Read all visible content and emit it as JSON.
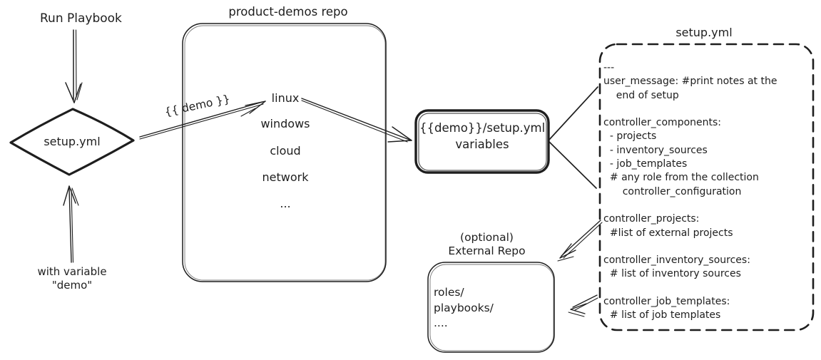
{
  "diagram": {
    "ink_color": "#1e1e1e",
    "trigger": {
      "run_playbook_label": "Run Playbook",
      "with_variable_label": "with variable\n\"demo\"",
      "diamond_label": "setup.yml"
    },
    "repo": {
      "title": "product-demos repo",
      "items": [
        "linux",
        "windows",
        "cloud",
        "network",
        "..."
      ],
      "demo_arrow_label": "{{ demo }}"
    },
    "variables_box": {
      "label": "{{demo}}/setup.yml\nvariables"
    },
    "setup_file": {
      "title": "setup.yml",
      "content": "---\nuser_message: #print notes at the\n    end of setup\n\ncontroller_components:\n  - projects\n  - inventory_sources\n  - job_templates\n  # any role from the collection\n      controller_configuration\n\ncontroller_projects:\n  #list of external projects\n\ncontroller_inventory_sources:\n  # list of inventory sources\n\ncontroller_job_templates:\n  # list of job templates"
    },
    "external_repo": {
      "label": "(optional)\nExternal Repo",
      "content": "roles/\nplaybooks/\n...."
    }
  }
}
